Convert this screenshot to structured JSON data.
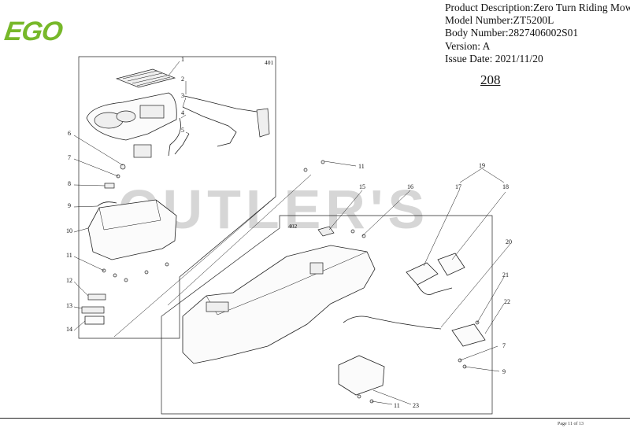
{
  "brand": {
    "logo_text": "EGO",
    "color": "#77b82a"
  },
  "header": {
    "lines": [
      "Product Description:Zero Turn Riding Mower",
      "Model Number:ZT5200L",
      "Body Number:2827406002S01",
      "Version: A",
      "Issue Date: 2021/11/20"
    ],
    "page_code": "208"
  },
  "watermark": "CUTLER'S",
  "footer": {
    "page": "Page 11 of 13"
  },
  "diagram": {
    "groups": [
      "401",
      "402"
    ],
    "callouts": [
      "1",
      "2",
      "3",
      "4",
      "5",
      "6",
      "7",
      "8",
      "9",
      "10",
      "11",
      "12",
      "13",
      "14",
      "11",
      "15",
      "16",
      "19",
      "17",
      "18",
      "20",
      "21",
      "22",
      "7",
      "9",
      "11",
      "23"
    ]
  }
}
